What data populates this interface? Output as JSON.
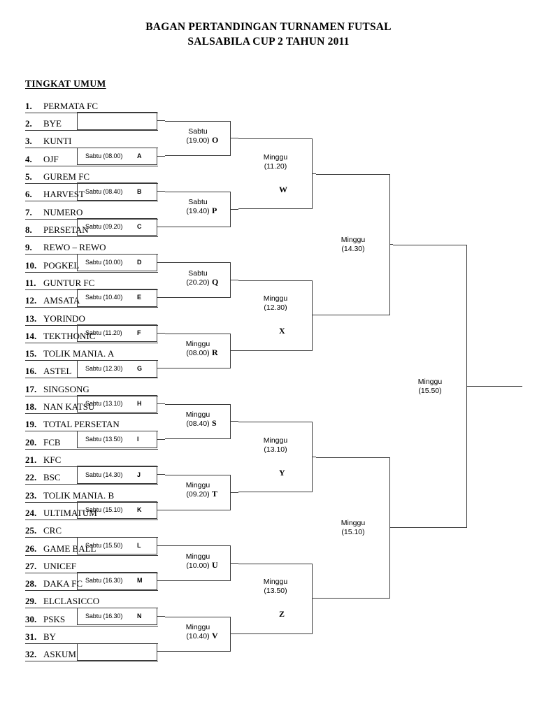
{
  "header": {
    "title_line1": "BAGAN PERTANDINGAN TURNAMEN FUTSAL",
    "title_line2": "SALSABILA CUP 2 TAHUN 2011",
    "section_title": "TINGKAT UMUM"
  },
  "teams": [
    {
      "num": "1.",
      "name": "PERMATA FC"
    },
    {
      "num": "2.",
      "name": "BYE"
    },
    {
      "num": "3.",
      "name": "KUNTI"
    },
    {
      "num": "4.",
      "name": "OJF"
    },
    {
      "num": "5.",
      "name": "GUREM FC"
    },
    {
      "num": "6.",
      "name": "HARVEST"
    },
    {
      "num": "7.",
      "name": "NUMERO"
    },
    {
      "num": "8.",
      "name": "PERSETAN"
    },
    {
      "num": "9.",
      "name": "REWO – REWO"
    },
    {
      "num": "10.",
      "name": "POGKEL"
    },
    {
      "num": "11.",
      "name": "GUNTUR FC"
    },
    {
      "num": "12.",
      "name": "AMSATA"
    },
    {
      "num": "13.",
      "name": "YORINDO"
    },
    {
      "num": "14.",
      "name": "TEKTHONIC"
    },
    {
      "num": "15.",
      "name": "TOLIK MANIA. A"
    },
    {
      "num": "16.",
      "name": "ASTEL"
    },
    {
      "num": "17.",
      "name": "SINGSONG"
    },
    {
      "num": "18.",
      "name": "NAN KATSU"
    },
    {
      "num": "19.",
      "name": "TOTAL PERSETAN"
    },
    {
      "num": "20.",
      "name": "FCB"
    },
    {
      "num": "21.",
      "name": "KFC"
    },
    {
      "num": "22.",
      "name": "BSC"
    },
    {
      "num": "23.",
      "name": "TOLIK MANIA. B"
    },
    {
      "num": "24.",
      "name": "ULTIMATUM"
    },
    {
      "num": "25.",
      "name": "CRC"
    },
    {
      "num": "26.",
      "name": "GAME BALL"
    },
    {
      "num": "27.",
      "name": "UNICEF"
    },
    {
      "num": "28.",
      "name": "DAKA FC"
    },
    {
      "num": "29.",
      "name": "ELCLASICCO"
    },
    {
      "num": "30.",
      "name": "PSKS"
    },
    {
      "num": "31.",
      "name": "BY"
    },
    {
      "num": "32.",
      "name": "ASKUM"
    }
  ],
  "round1": [
    {
      "label": "",
      "code": ""
    },
    {
      "label": "Sabtu (08.00)",
      "code": "A"
    },
    {
      "label": "Sabtu (08.40)",
      "code": "B"
    },
    {
      "label": "Sabtu (09.20)",
      "code": "C"
    },
    {
      "label": "Sabtu (10.00)",
      "code": "D"
    },
    {
      "label": "Sabtu (10.40)",
      "code": "E"
    },
    {
      "label": "Sabtu (11.20)",
      "code": "F"
    },
    {
      "label": "Sabtu (12.30)",
      "code": "G"
    },
    {
      "label": "Sabtu (13.10)",
      "code": "H"
    },
    {
      "label": "Sabtu (13.50)",
      "code": "I"
    },
    {
      "label": "Sabtu (14.30)",
      "code": "J"
    },
    {
      "label": "Sabtu (15.10)",
      "code": "K"
    },
    {
      "label": "Sabtu (15.50)",
      "code": "L"
    },
    {
      "label": "Sabtu (16.30)",
      "code": "M"
    },
    {
      "label": "Sabtu (16.30)",
      "code": "N"
    },
    {
      "label": "",
      "code": ""
    }
  ],
  "round2": [
    {
      "day": "Sabtu",
      "time": "(19.00)",
      "code": "O"
    },
    {
      "day": "Sabtu",
      "time": "(19.40)",
      "code": "P"
    },
    {
      "day": "Sabtu",
      "time": "(20.20)",
      "code": "Q"
    },
    {
      "day": "Minggu",
      "time": "(08.00)",
      "code": "R"
    },
    {
      "day": "Minggu",
      "time": "(08.40)",
      "code": "S"
    },
    {
      "day": "Minggu",
      "time": "(09.20)",
      "code": "T"
    },
    {
      "day": "Minggu",
      "time": "(10.00)",
      "code": "U"
    },
    {
      "day": "Minggu",
      "time": "(10.40)",
      "code": "V"
    }
  ],
  "round3": [
    {
      "day": "Minggu",
      "time": "(11.20)",
      "code": "W"
    },
    {
      "day": "Minggu",
      "time": "(12.30)",
      "code": "X"
    },
    {
      "day": "Minggu",
      "time": "(13.10)",
      "code": "Y"
    },
    {
      "day": "Minggu",
      "time": "(13.50)",
      "code": "Z"
    }
  ],
  "semifinals": [
    {
      "day": "Minggu",
      "time": "(14.30)",
      "code": ""
    },
    {
      "day": "Minggu",
      "time": "(15.10)",
      "code": ""
    }
  ],
  "final": {
    "day": "Minggu",
    "time": "(15.50)",
    "code": ""
  }
}
